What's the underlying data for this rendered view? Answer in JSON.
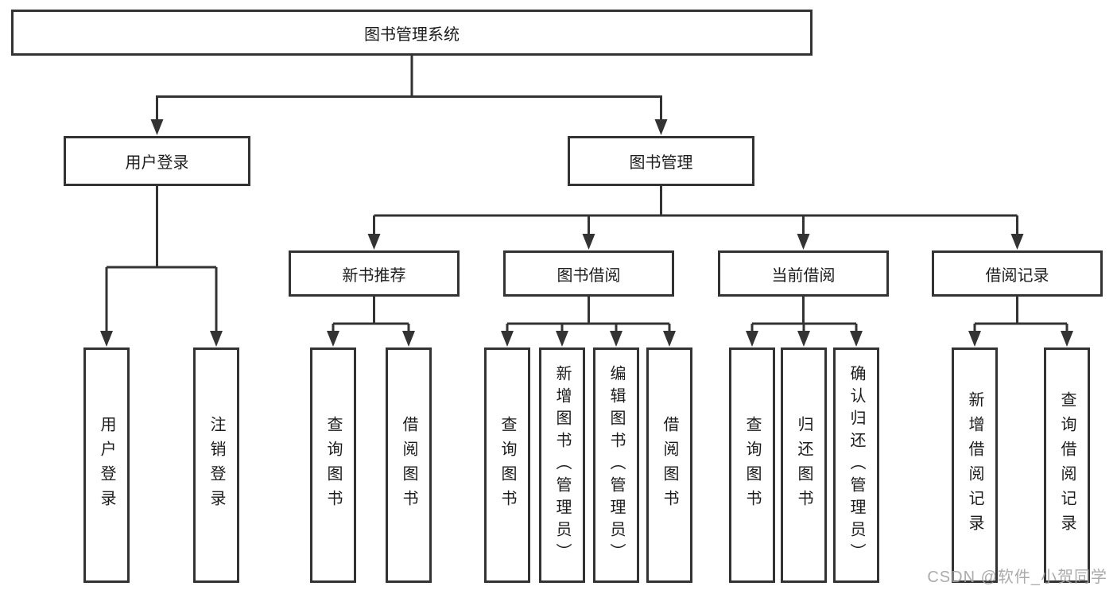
{
  "tree": {
    "root": "图书管理系统",
    "branches": [
      {
        "label": "用户登录",
        "children": [
          "用户登录",
          "注销登录"
        ]
      },
      {
        "label": "图书管理",
        "groups": [
          {
            "label": "新书推荐",
            "children": [
              "查询图书",
              "借阅图书"
            ]
          },
          {
            "label": "图书借阅",
            "children": [
              "查询图书",
              "新增图书（管理员）",
              "编辑图书（管理员）",
              "借阅图书"
            ]
          },
          {
            "label": "当前借阅",
            "children": [
              "查询图书",
              "归还图书",
              "确认归还（管理员）"
            ]
          },
          {
            "label": "借阅记录",
            "children": [
              "新增借阅记录",
              "查询借阅记录"
            ]
          }
        ]
      }
    ]
  },
  "watermark": "CSDN @软件_小贺同学",
  "colors": {
    "line": "#333333",
    "box_border": "#333333",
    "text": "#1c1c1c",
    "watermark": "#a4a4a4",
    "background": "#ffffff"
  }
}
